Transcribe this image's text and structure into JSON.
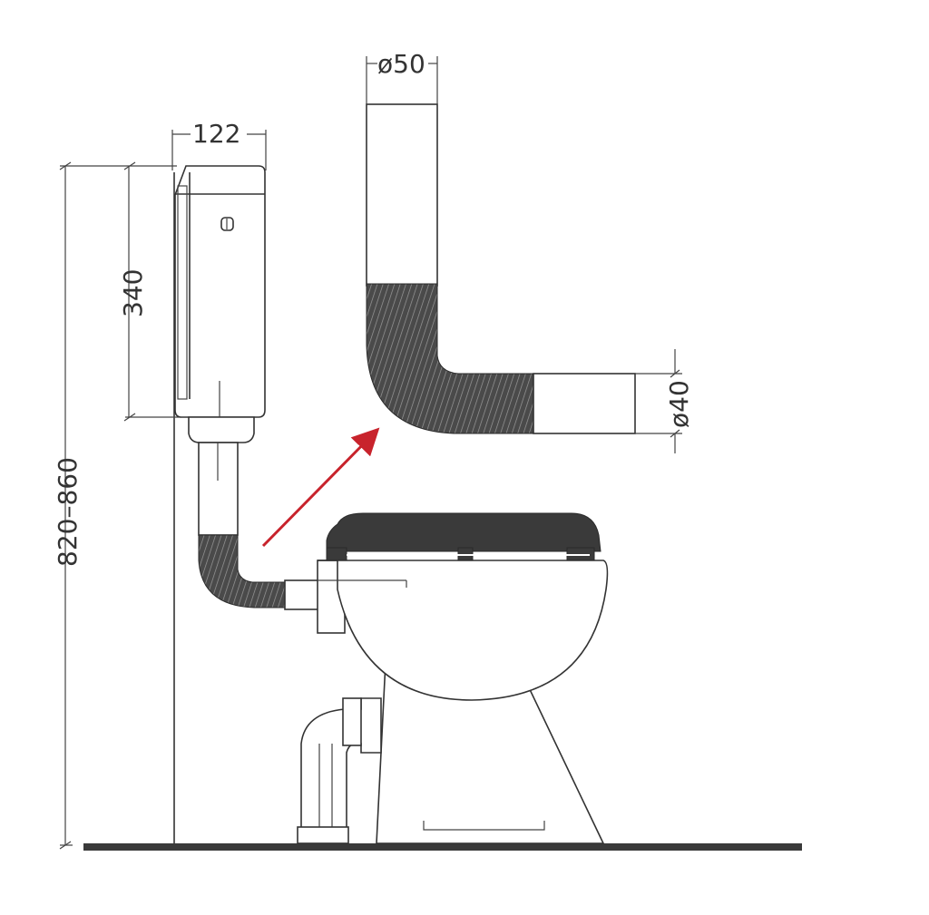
{
  "dimensions": {
    "pipe_diameter_top": "ø50",
    "pipe_diameter_outlet": "ø40",
    "cistern_width": "122",
    "cistern_height": "340",
    "mounting_height": "820–860"
  },
  "colors": {
    "line": "#333333",
    "seat": "#3a3a3a",
    "arrow": "#c8232c"
  }
}
